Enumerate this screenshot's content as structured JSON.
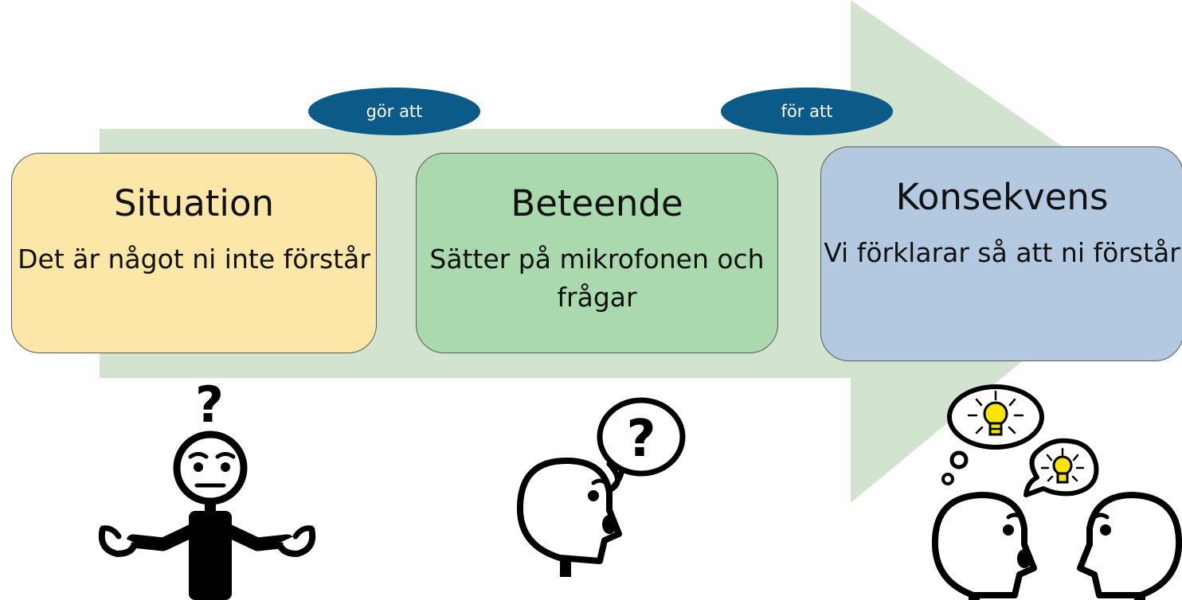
{
  "connectors": {
    "first": "gör att",
    "second": "för att"
  },
  "steps": [
    {
      "title": "Situation",
      "description": "Det är något ni inte förstår",
      "fill": "#fce6a8"
    },
    {
      "title": "Beteende",
      "description": "Sätter på mikrofonen och frågar",
      "fill": "#a9d9ad"
    },
    {
      "title": "Konsekvens",
      "description": "Vi förklarar så att ni förstår",
      "fill": "#b2c9df"
    }
  ],
  "colors": {
    "arrow": "#d2e4cf",
    "connector": "#0b5a87",
    "bulb": "#f7e400"
  },
  "icons": [
    "confused-person-icon",
    "person-asking-question-icon",
    "people-understanding-icon",
    "question-mark-icon",
    "light-bulb-icon"
  ]
}
